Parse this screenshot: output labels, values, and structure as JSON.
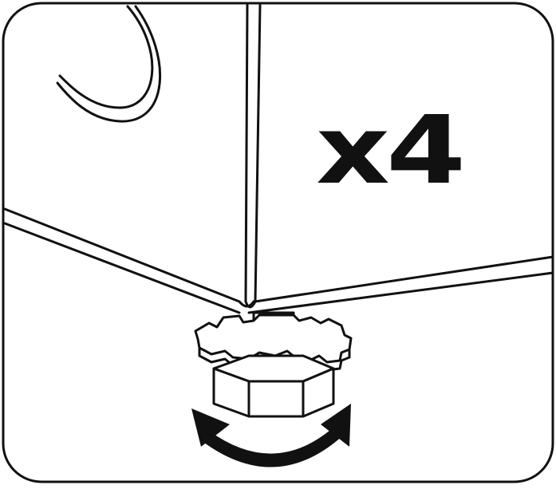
{
  "illustration": {
    "quantity_label": "x4",
    "colors": {
      "ink": "#111111",
      "paper": "#ffffff"
    },
    "icons": [
      "appliance-cabinet-corner",
      "adjustable-leveling-foot",
      "rotate-both-ways-arrow"
    ]
  }
}
